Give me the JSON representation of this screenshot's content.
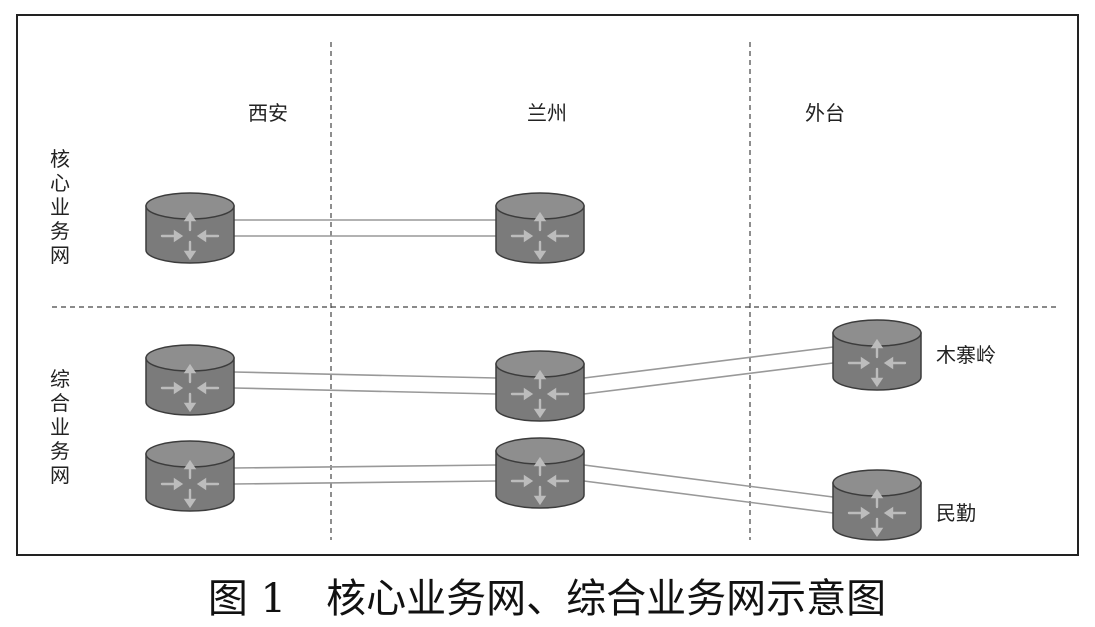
{
  "diagram": {
    "columns": [
      "西安",
      "兰州",
      "外台"
    ],
    "rows": [
      {
        "label": "核心业务网"
      },
      {
        "label": "综合业务网"
      }
    ],
    "nodes": [
      {
        "id": "core-xian",
        "label": ""
      },
      {
        "id": "core-lanzhou",
        "label": ""
      },
      {
        "id": "int-xian-1",
        "label": ""
      },
      {
        "id": "int-lanzhou-1",
        "label": ""
      },
      {
        "id": "int-muzhailing",
        "label": "木寨岭"
      },
      {
        "id": "int-xian-2",
        "label": ""
      },
      {
        "id": "int-lanzhou-2",
        "label": ""
      },
      {
        "id": "int-minqin",
        "label": "民勤"
      }
    ],
    "links": [
      {
        "from": "core-xian",
        "to": "core-lanzhou"
      },
      {
        "from": "int-xian-1",
        "to": "int-lanzhou-1"
      },
      {
        "from": "int-lanzhou-1",
        "to": "int-muzhailing"
      },
      {
        "from": "int-xian-2",
        "to": "int-lanzhou-2"
      },
      {
        "from": "int-lanzhou-2",
        "to": "int-minqin"
      }
    ],
    "colors": {
      "router_body": "#7b7b7b",
      "router_top": "#8e8e8e",
      "router_outline": "#3c3c3c",
      "arrow": "#bcbcbc",
      "link": "#999999",
      "frame": "#222222",
      "divider": "#444444"
    }
  },
  "caption": "图 1　核心业务网、综合业务网示意图"
}
